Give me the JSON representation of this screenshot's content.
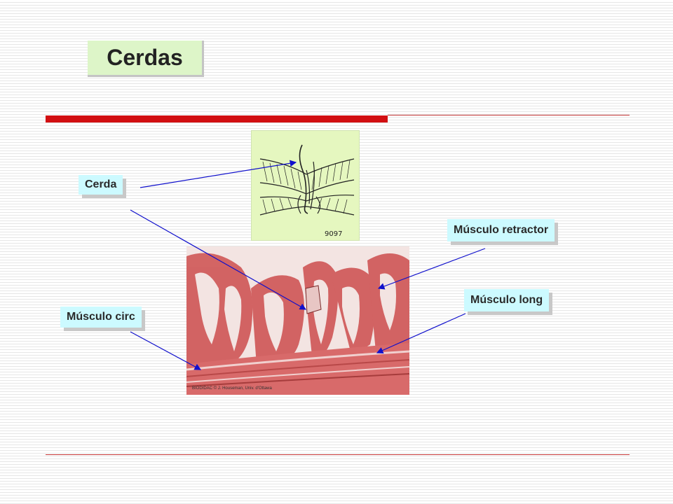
{
  "slide": {
    "title": "Cerdas",
    "labels": {
      "cerda": "Cerda",
      "musculo_retractor": "Músculo retractor",
      "musculo_long": "Músculo long",
      "musculo_circ": "Músculo circ"
    },
    "image_credit": "BIODIDAC © J. Houseman, Univ. d'Ottawa",
    "drawing_signature": "9097"
  },
  "colors": {
    "accent_red": "#d20f12",
    "label_bg": "#ccfaff",
    "title_bg": "#ddf5c8",
    "arrow_blue": "#1010cc",
    "tissue_pink": "#c8484a"
  }
}
